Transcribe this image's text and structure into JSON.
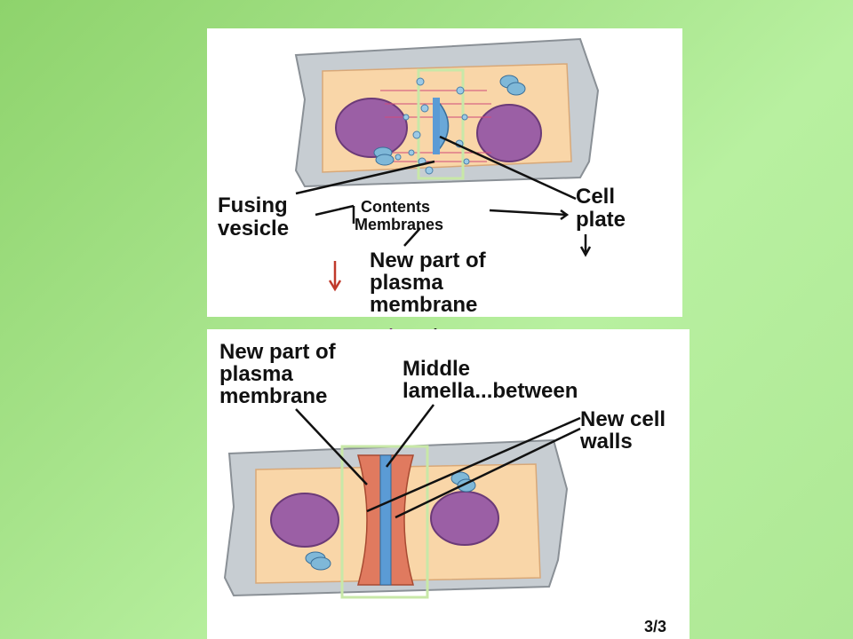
{
  "top_panel": {
    "labels": {
      "fusing": "Fusing",
      "vesicle": "vesicle",
      "contents": "Contents",
      "membranes": "Membranes",
      "cell": "Cell",
      "plate": "plate",
      "new_part_line1": "New part of",
      "new_part_line2": "plasma",
      "new_part_line3": "membrane"
    },
    "colors": {
      "arrow_red": "#c0392b",
      "cell_wall": "#c7cdd2",
      "cytoplasm": "#f9d6a8",
      "nucleus": "#9b5fa5",
      "vesicle": "#7fb8d8"
    }
  },
  "bottom_panel": {
    "labels": {
      "new_part_line1": "New part of",
      "new_part_line2": "plasma",
      "new_part_line3": "membrane",
      "middle_line1": "Middle",
      "middle_line2": "lamella...between",
      "new_cell_line1": "New cell",
      "new_cell_line2": "walls",
      "page_counter": "3/3"
    },
    "colors": {
      "arrow_purple": "#6d1f6d",
      "new_wall": "#e07a5f",
      "middle_lamella": "#5b9bd5"
    }
  }
}
